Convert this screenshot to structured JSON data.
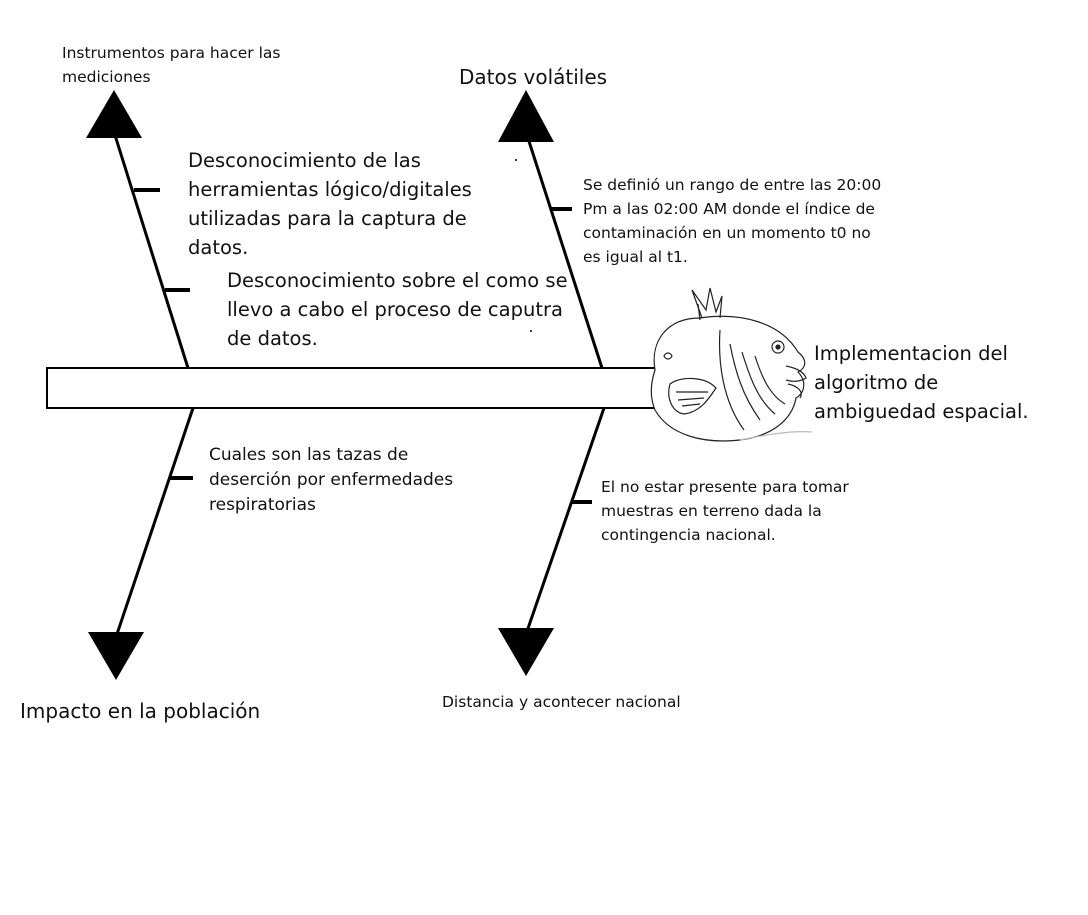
{
  "categories": {
    "top_left": "Instrumentos para hacer las\nmediciones",
    "top_right": "Datos volátiles",
    "bottom_left": "Impacto en la población",
    "bottom_right": "Distancia y acontecer nacional"
  },
  "causes": {
    "top_left_1": "Desconocimiento de las\nherramientas lógico/digitales\nutilizadas para la captura de\ndatos.",
    "top_left_2": "Desconocimiento sobre el como se\nllevo a cabo el proceso de caputra\nde datos.",
    "top_right_1": "Se definió un rango de entre las 20:00\nPm a las 02:00 AM donde el índice de\ncontaminación en un momento t0 no\nes igual al t1.",
    "bottom_left_1": "Cuales son las tazas de\ndeserción por enfermedades\nrespiratorias",
    "bottom_right_1": "El no estar presente para tomar\nmuestras en terreno dada la\ncontingencia nacional."
  },
  "effect": "Implementacion del\nalgoritmo de\nambiguedad espacial."
}
